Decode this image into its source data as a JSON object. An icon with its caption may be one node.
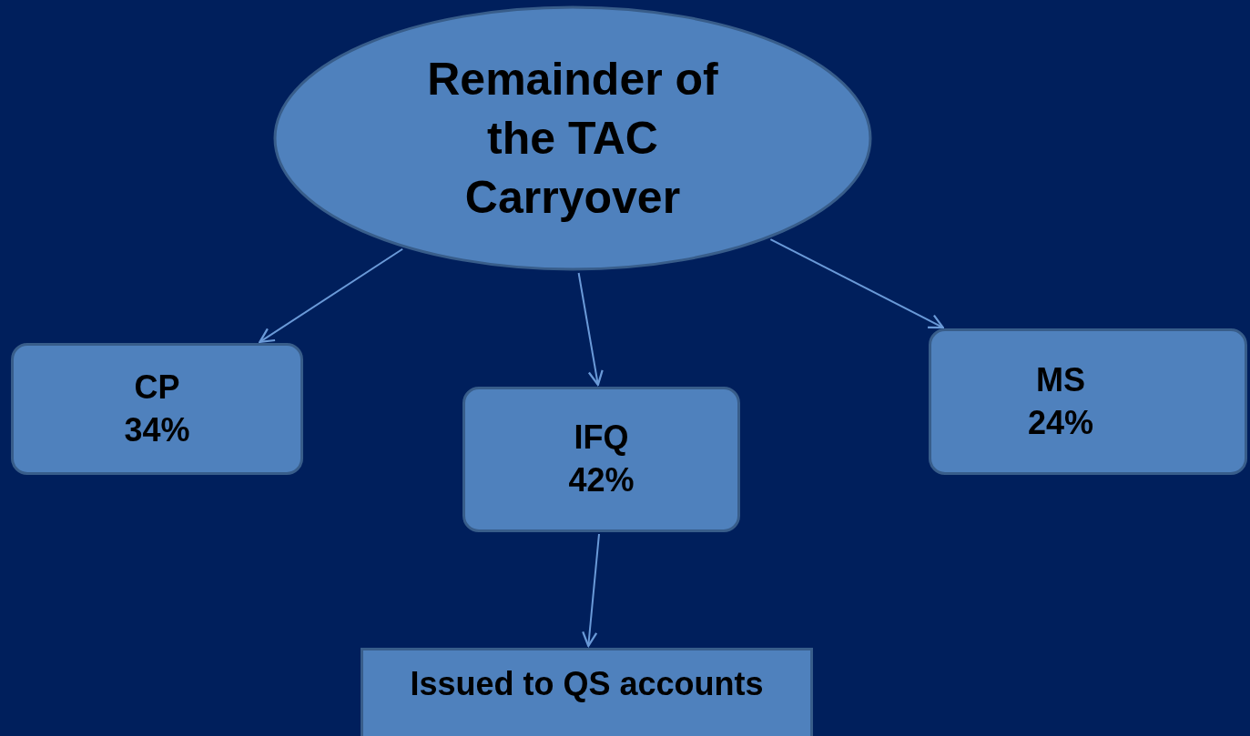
{
  "diagram": {
    "nodes": [
      {
        "text": [
          "Remainder of the TAC Carryover"
        ]
      },
      {
        "text": [
          "CP",
          "34%"
        ]
      },
      {
        "text": [
          "IFQ",
          "42%"
        ]
      },
      {
        "text": [
          "MS",
          "24%"
        ]
      },
      {
        "text": [
          "Issued to QS accounts"
        ]
      }
    ],
    "edges": [
      {
        "from": 0,
        "to": 1,
        "arrow": "to"
      },
      {
        "from": 0,
        "to": 2,
        "arrow": "to"
      },
      {
        "from": 0,
        "to": 3,
        "arrow": "to"
      },
      {
        "from": 2,
        "to": 4,
        "arrow": "to"
      }
    ]
  }
}
